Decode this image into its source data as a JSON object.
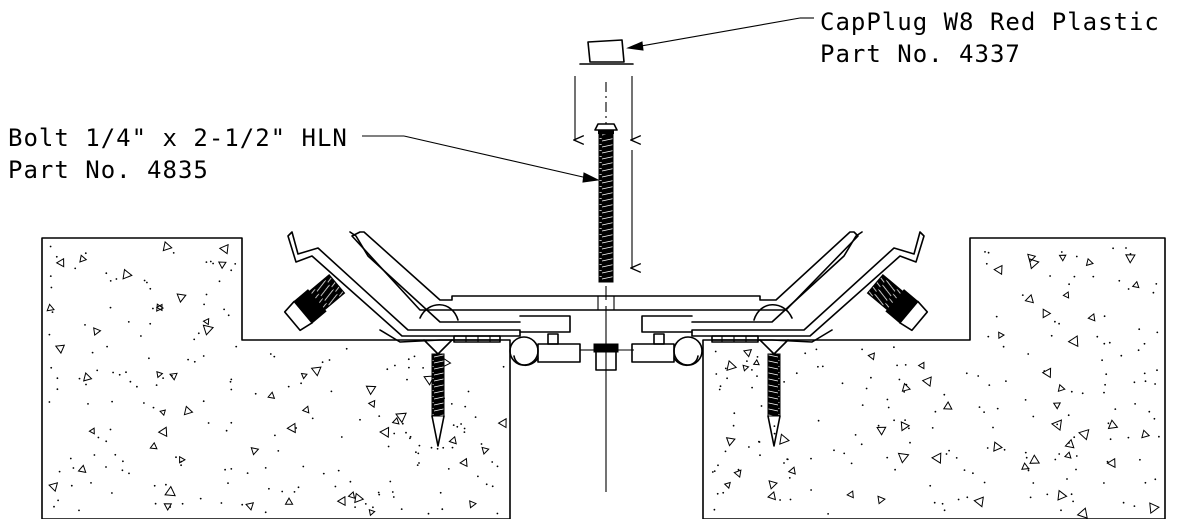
{
  "callouts": {
    "capplug": {
      "line1": "CapPlug W8 Red Plastic",
      "line2": "Part No. 4337"
    },
    "bolt": {
      "line1": "Bolt 1/4\" x 2-1/2\" HLN",
      "line2": "Part No. 4835"
    }
  },
  "colors": {
    "ink": "#000000",
    "background": "#ffffff"
  }
}
